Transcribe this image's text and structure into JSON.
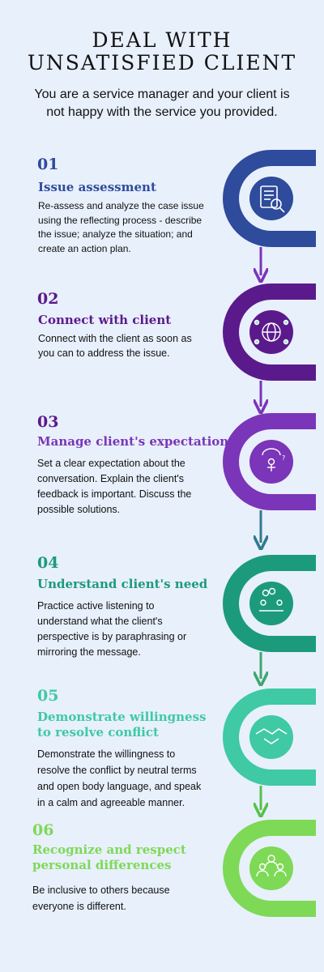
{
  "title": "DEAL WITH\nUNSATISFIED CLIENT",
  "title_line1": "DEAL WITH",
  "title_line2": "UNSATISFIED CLIENT",
  "intro": "You are a service manager and your client is not happy with the service you provided.",
  "steps": [
    {
      "number": "01",
      "heading": "Issue assessment",
      "body": "Re-assess and analyze the case issue using the reflecting process - describe the issue; analyze the situation; and create an action plan.",
      "color": "#2e4b9c",
      "icon": "document-magnifier-icon"
    },
    {
      "number": "02",
      "heading": "Connect with client",
      "body": "Connect with the client as soon as you can to address the issue.",
      "color": "#5b1a8c",
      "icon": "globe-network-icon"
    },
    {
      "number": "03",
      "heading": "Manage client's expectation",
      "body": "Set a clear expectation about the conversation. Explain the client's feedback is important. Discuss the possible solutions.",
      "color": "#7a35b8",
      "icon": "thinking-person-icon"
    },
    {
      "number": "04",
      "heading": "Understand client's need",
      "body": "Practice active listening to understand what the client's perspective is by paraphrasing or mirroring the message.",
      "color": "#1c9a7c",
      "icon": "meeting-icon"
    },
    {
      "number": "05",
      "heading": "Demonstrate willingness\nto resolve conflict",
      "heading_line1": "Demonstrate willingness",
      "heading_line2": "to resolve conflict",
      "body": "Demonstrate the willingness to resolve the conflict by neutral terms and open body language, and speak in a calm and agreeable manner.",
      "color": "#3fc9a5",
      "icon": "handshake-icon"
    },
    {
      "number": "06",
      "heading": "Recognize and respect\npersonal differences",
      "heading_line1": "Recognize and respect",
      "heading_line2": "personal differences",
      "body": "Be inclusive to others because everyone is different.",
      "color": "#7ed957",
      "icon": "group-people-icon"
    }
  ]
}
